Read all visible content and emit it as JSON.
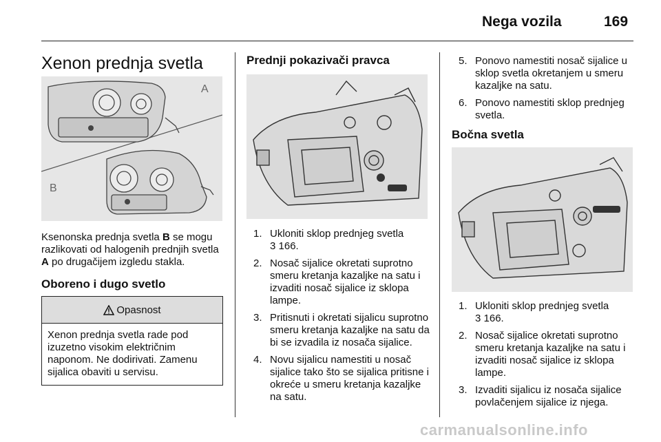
{
  "header": {
    "section": "Nega vozila",
    "page": "169"
  },
  "col1": {
    "title": "Xenon prednja svetla",
    "fig_labels": {
      "a": "A",
      "b": "B"
    },
    "paragraph_pre": "Ksenonska prednja svetla ",
    "paragraph_b": "B",
    "paragraph_mid": " se mogu razlikovati od halogenih prednjih svetla ",
    "paragraph_a": "A",
    "paragraph_post": " po drugačijem izgledu stakla.",
    "subheading": "Oboreno i dugo svetlo",
    "warning": {
      "icon": "9",
      "title": "Opasnost",
      "text": "Xenon prednja svetla rade pod izuzetno visokim električnim naponom. Ne dodirivati. Zamenu sijalica obaviti u servisu."
    }
  },
  "col2": {
    "heading": "Prednji pokazivači pravca",
    "steps": [
      {
        "n": "1.",
        "text": "Ukloniti sklop prednjeg svetla",
        "ref": "3 166."
      },
      {
        "n": "2.",
        "text": "Nosač sijalice okretati suprotno smeru kretanja kazaljke na satu i izvaditi nosač sijalice iz sklopa lampe."
      },
      {
        "n": "3.",
        "text": "Pritisnuti i okretati sijalicu suprotno smeru kretanja kazaljke na satu da bi se izvadila iz nosača sijalice."
      },
      {
        "n": "4.",
        "text": "Novu sijalicu namestiti u nosač sijalice tako što se sijalica pritisne i okreće u smeru kretanja kazaljke na satu."
      }
    ]
  },
  "col3": {
    "steps_top": [
      {
        "n": "5.",
        "text": "Ponovo namestiti nosač sijalice u sklop svetla okretanjem u smeru kazaljke na satu."
      },
      {
        "n": "6.",
        "text": "Ponovo namestiti sklop prednjeg svetla."
      }
    ],
    "heading": "Bočna svetla",
    "steps": [
      {
        "n": "1.",
        "text": "Ukloniti sklop prednjeg svetla",
        "ref": "3 166."
      },
      {
        "n": "2.",
        "text": "Nosač sijalice okretati suprotno smeru kretanja kazaljke na satu i izvaditi nosač sijalice iz sklopa lampe."
      },
      {
        "n": "3.",
        "text": "Izvaditi sijalicu iz nosača sijalice povlačenjem sijalice iz njega."
      }
    ]
  },
  "footer": "carmanualsonline.info"
}
